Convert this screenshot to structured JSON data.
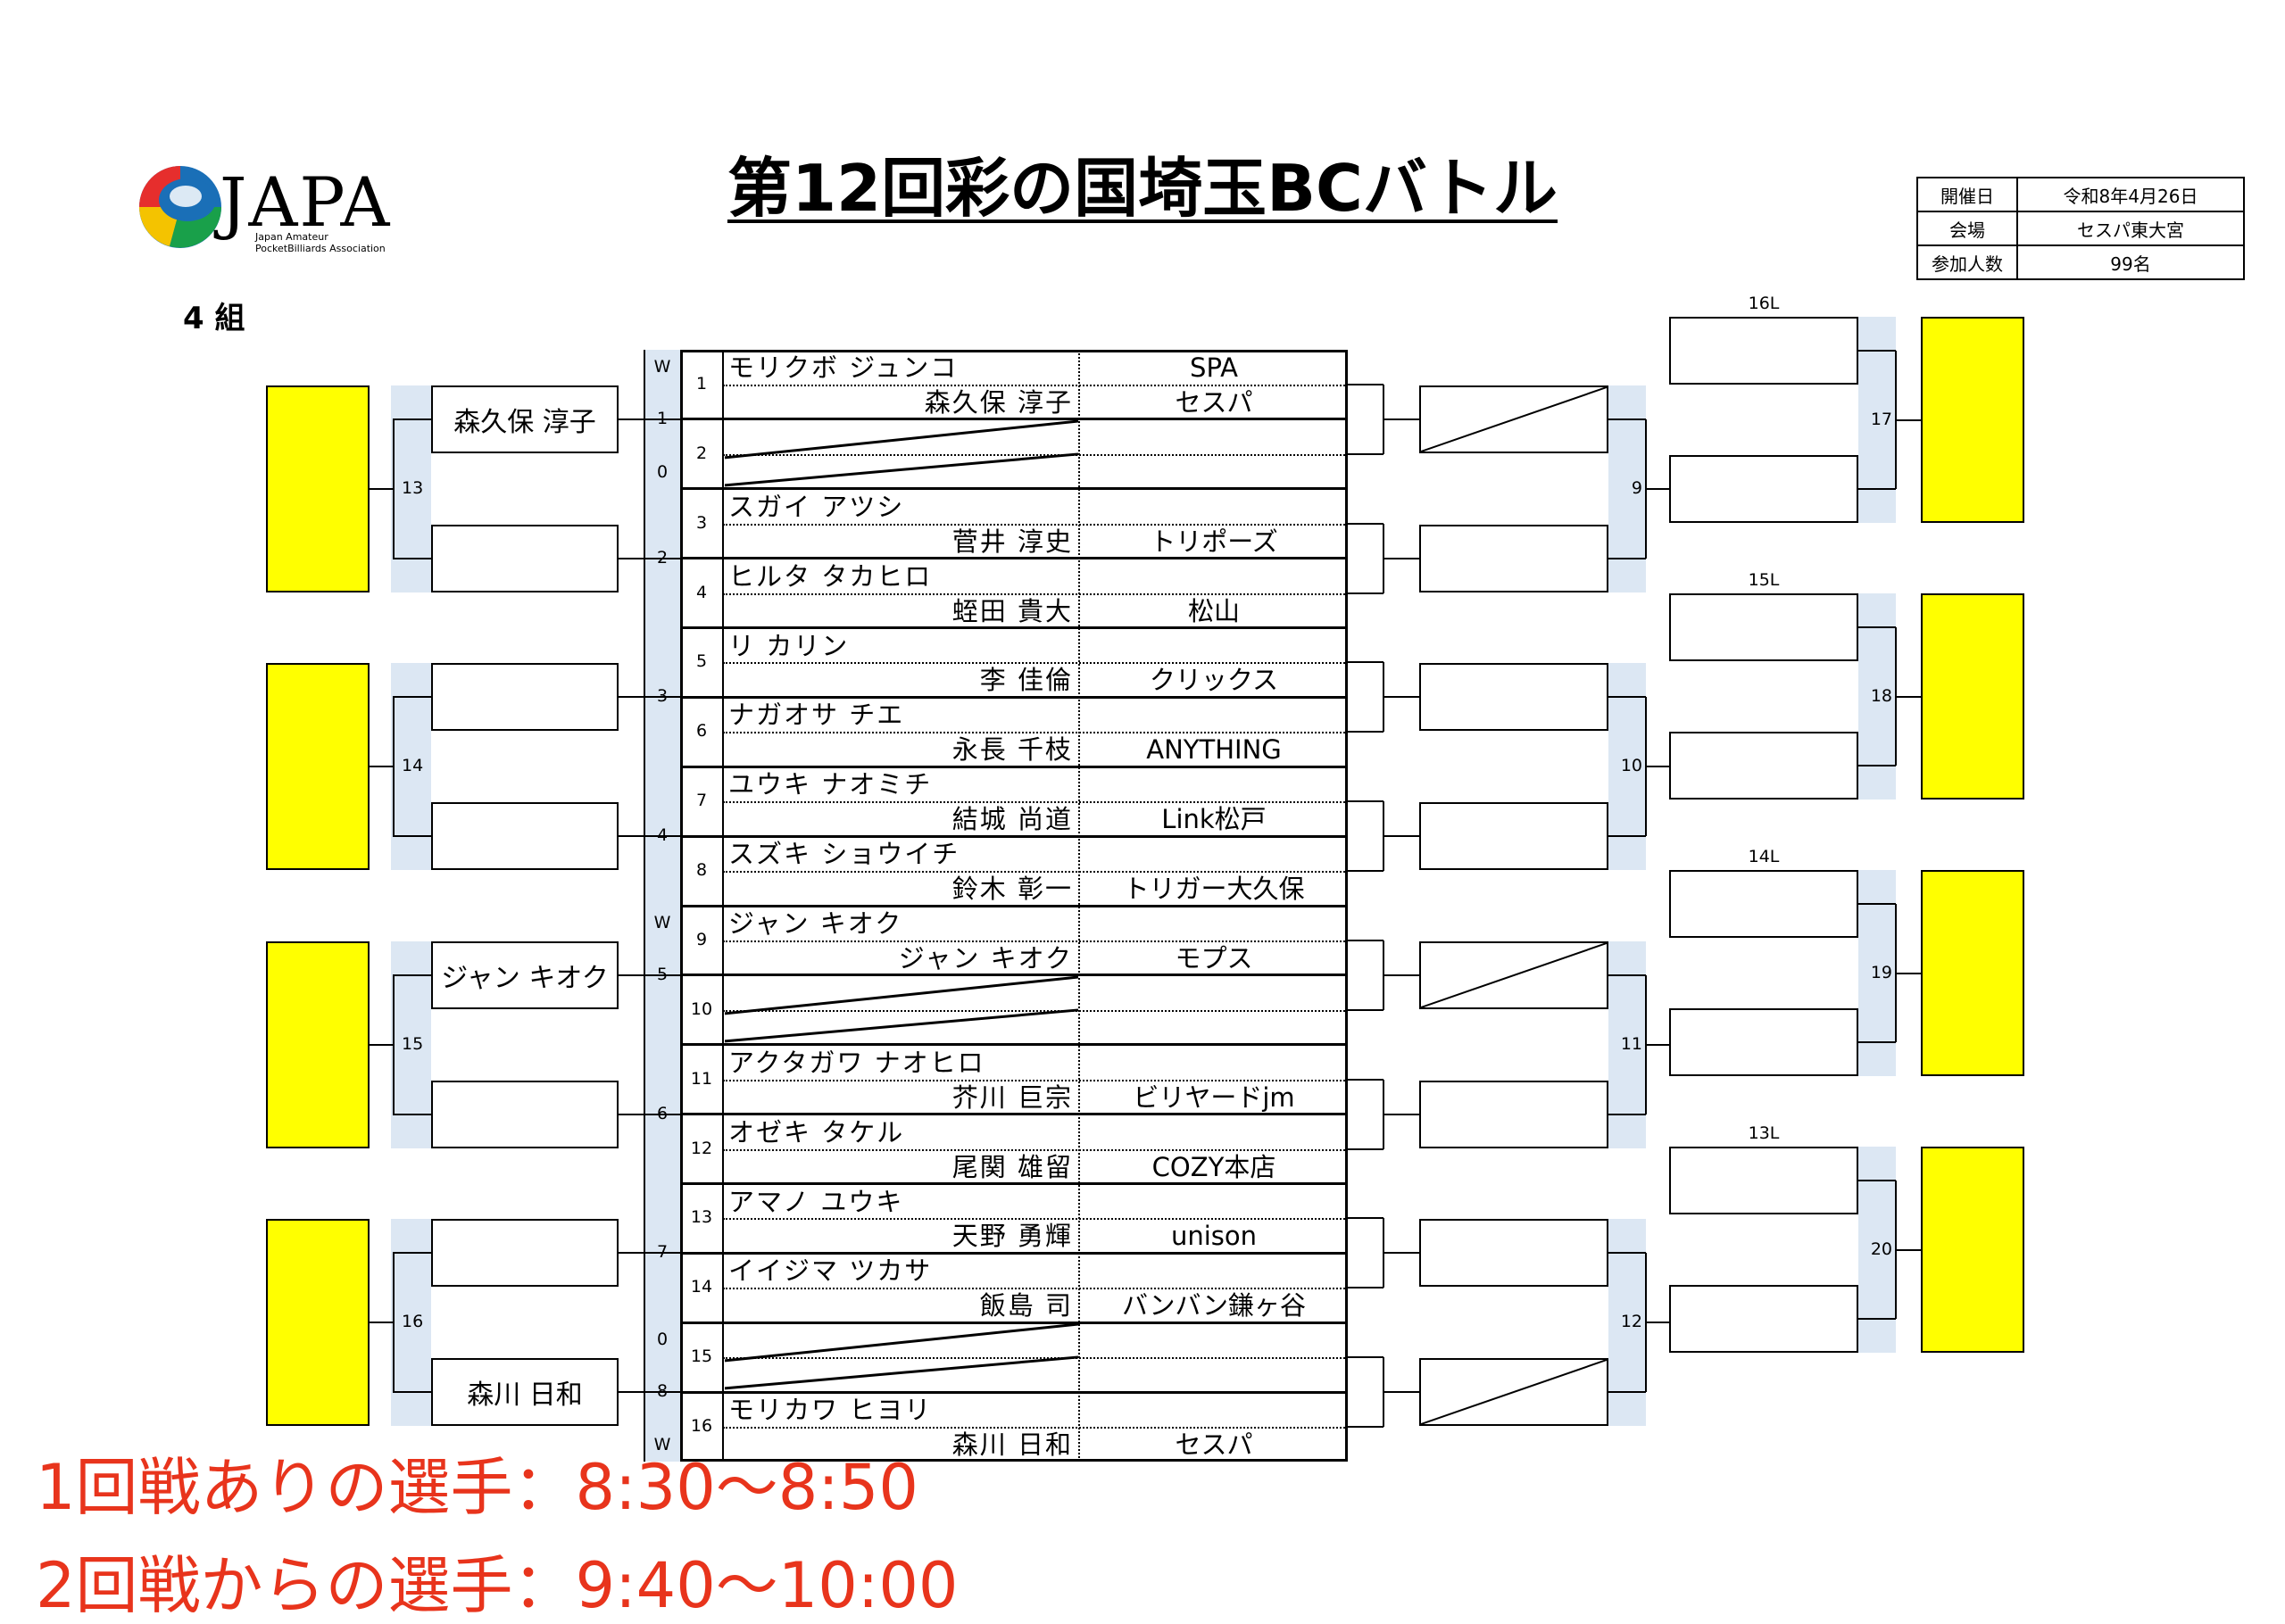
{
  "title": "第12回彩の国埼玉BCバトル",
  "group_label": "4 組",
  "logo": {
    "wordmark": "JAPA",
    "line1": "Japan Amateur",
    "line2": "PocketBilliards Association",
    "colors": [
      "#e62e2d",
      "#1a6fb7",
      "#f4c300",
      "#19a04a"
    ]
  },
  "info": {
    "rows": [
      {
        "label": "開催日",
        "value": "令和8年4月26日"
      },
      {
        "label": "会場",
        "value": "セスパ東大宮"
      },
      {
        "label": "参加人数",
        "value": "99名"
      }
    ]
  },
  "draw": [
    {
      "no": "1",
      "kana": "モリクボ ジュンコ",
      "name": "森久保 淳子",
      "club": "SPA",
      "club2": "セスパ"
    },
    {
      "no": "2",
      "kana": "",
      "name": "",
      "club": "",
      "club2": "",
      "bye": true
    },
    {
      "no": "3",
      "kana": "スガイ アツシ",
      "name": "菅井 淳史",
      "club": "",
      "club2": "トリポーズ"
    },
    {
      "no": "4",
      "kana": "ヒルタ タカヒロ",
      "name": "蛭田 貴大",
      "club": "",
      "club2": "松山"
    },
    {
      "no": "5",
      "kana": "リ カリン",
      "name": "李 佳倫",
      "club": "",
      "club2": "クリックス"
    },
    {
      "no": "6",
      "kana": "ナガオサ チエ",
      "name": "永長 千枝",
      "club": "",
      "club2": "ANYTHING"
    },
    {
      "no": "7",
      "kana": "ユウキ ナオミチ",
      "name": "結城 尚道",
      "club": "",
      "club2": "Link松戸"
    },
    {
      "no": "8",
      "kana": "スズキ ショウイチ",
      "name": "鈴木 彰一",
      "club": "",
      "club2": "トリガー大久保"
    },
    {
      "no": "9",
      "kana": "ジャン キオク",
      "name": "ジャン キオク",
      "club": "",
      "club2": "モプス"
    },
    {
      "no": "10",
      "kana": "",
      "name": "",
      "club": "",
      "club2": "",
      "bye": true
    },
    {
      "no": "11",
      "kana": "アクタガワ ナオヒロ",
      "name": "芥川 巨宗",
      "club": "",
      "club2": "ビリヤードjm"
    },
    {
      "no": "12",
      "kana": "オゼキ タケル",
      "name": "尾関 雄留",
      "club": "",
      "club2": "COZY本店"
    },
    {
      "no": "13",
      "kana": "アマノ ユウキ",
      "name": "天野 勇輝",
      "club": "",
      "club2": "unison"
    },
    {
      "no": "14",
      "kana": "イイジマ ツカサ",
      "name": "飯島 司",
      "club": "",
      "club2": "バンバン鎌ヶ谷"
    },
    {
      "no": "15",
      "kana": "",
      "name": "",
      "club": "",
      "club2": "",
      "bye": true
    },
    {
      "no": "16",
      "kana": "モリカワ ヒヨリ",
      "name": "森川 日和",
      "club": "",
      "club2": "セスパ"
    }
  ],
  "round1_labels": [
    "1",
    "2",
    "3",
    "4",
    "5",
    "6",
    "7",
    "8"
  ],
  "round1_side_marks": [
    "W",
    "0",
    "W",
    "0",
    "W"
  ],
  "left_round2": [
    {
      "top": "森久保 淳子",
      "bottom": ""
    },
    {
      "top": "",
      "bottom": ""
    },
    {
      "top": "ジャン キオク",
      "bottom": ""
    },
    {
      "top": "",
      "bottom": "森川 日和"
    }
  ],
  "left_round2_labels": [
    "13",
    "14",
    "15",
    "16"
  ],
  "right_match_labels": [
    "9",
    "10",
    "11",
    "12"
  ],
  "right_final_labels": [
    "17",
    "18",
    "19",
    "20"
  ],
  "loser_labels": [
    "16L",
    "15L",
    "14L",
    "13L"
  ],
  "notes": [
    "1回戦ありの選手：8:30〜8:50",
    "2回戦からの選手：9:40〜10:00"
  ]
}
